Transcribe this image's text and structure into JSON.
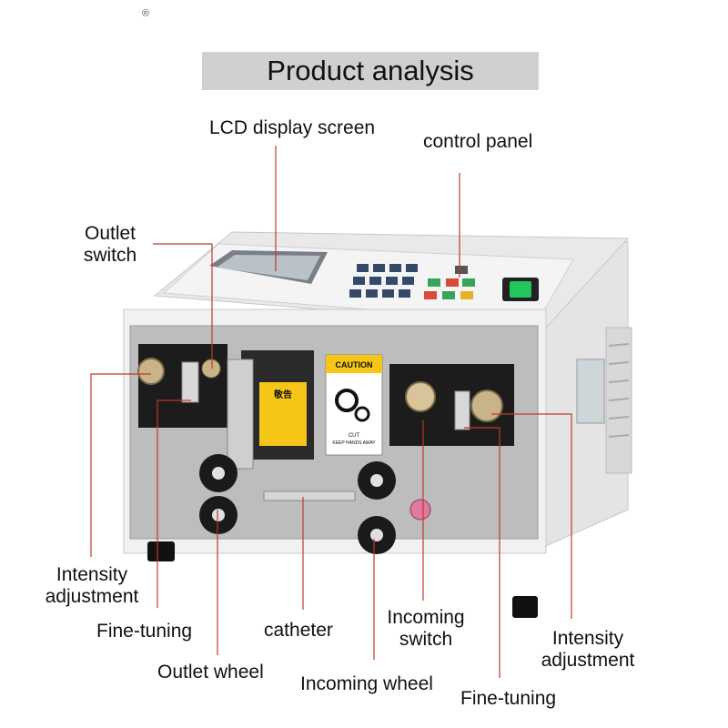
{
  "header": {
    "title": "Product analysis",
    "reg_mark": "®"
  },
  "labels": {
    "lcd_display_screen": "LCD display screen",
    "control_panel": "control panel",
    "outlet_switch": [
      "Outlet",
      "switch"
    ],
    "intensity_adjustment_left": [
      "Intensity",
      "adjustment"
    ],
    "fine_tuning_left": "Fine-tuning",
    "catheter": "catheter",
    "outlet_wheel": "Outlet wheel",
    "incoming_switch": [
      "Incoming",
      "switch"
    ],
    "incoming_wheel": "Incoming wheel",
    "intensity_adjustment_right": [
      "Intensity",
      "adjustment"
    ],
    "fine_tuning_right": "Fine-tuning"
  },
  "machine_text": {
    "caution": "CAUTION",
    "warning_cn": "敬告",
    "cut": "CUT",
    "keep_hands_away": "KEEP HANDS AWAY"
  },
  "colors": {
    "leader_line": "#c0392b",
    "title_bar": "#d0d0d0",
    "machine_body": "#f1f1f1",
    "front_plate": "#bdbdbd",
    "caution_yellow": "#f5c518",
    "power_switch": "#22c55e"
  }
}
